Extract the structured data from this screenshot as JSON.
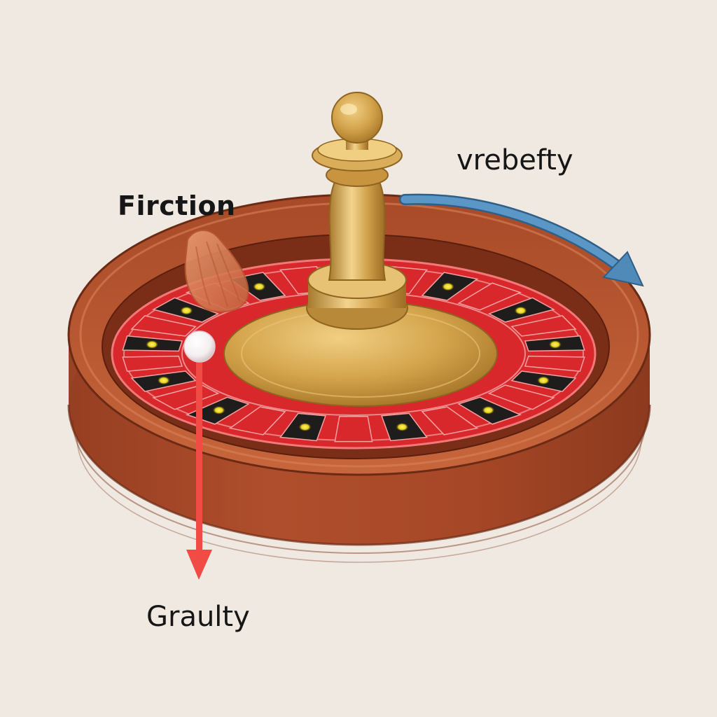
{
  "labels": {
    "friction": "Firction",
    "velocity": "vrebefty",
    "gravity": "Graulty"
  },
  "wheel": {
    "pocket_count": 26,
    "pocket_colors": [
      "#d8282b",
      "#1f1d1b"
    ],
    "pocket_light_color": "#e8d21c"
  },
  "colors": {
    "background": "#efe9e1",
    "wood": "#b9532f",
    "wood_dark": "#8e3a1f",
    "felt_red": "#d8282b",
    "brass": "#d4a44c",
    "brass_dark": "#a77a2c",
    "ball": "#fbfbfb",
    "gravity_arrow": "#f04b45",
    "velocity_arrow": "#4f8ab8",
    "friction_pad": "#d77a55"
  },
  "icons": {
    "wheel": "roulette-wheel-illustration",
    "ball": "ball-icon",
    "gravity": "down-arrow-icon",
    "velocity": "curved-arrow-icon",
    "friction": "friction-pad-icon"
  }
}
